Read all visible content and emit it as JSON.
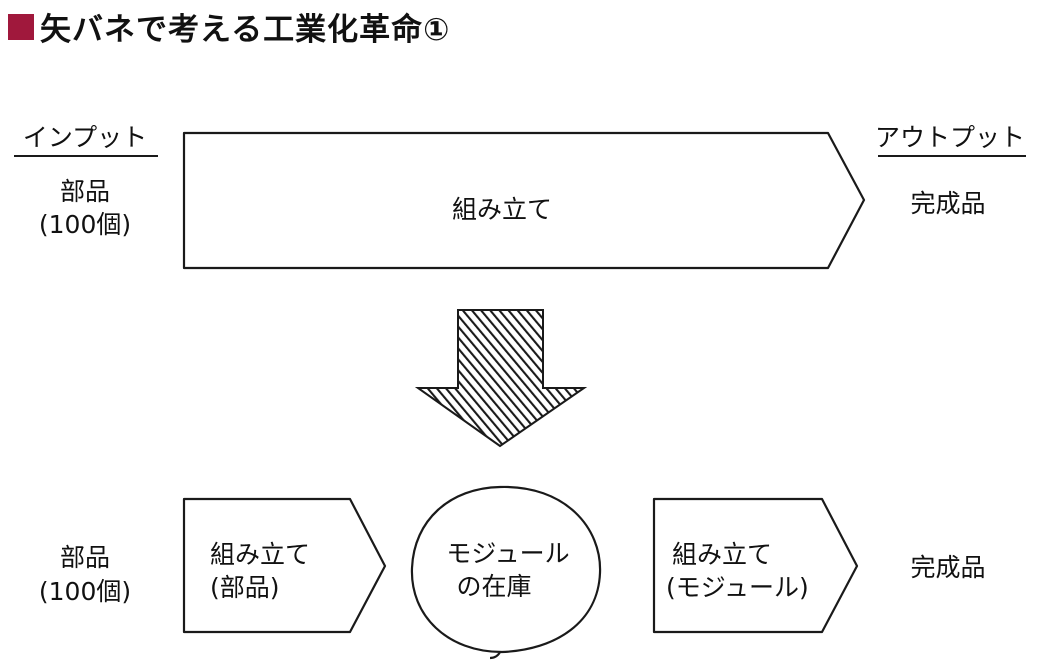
{
  "title": {
    "text": "矢バネで考える工業化革命①",
    "accent_color": "#a0183c"
  },
  "top_row": {
    "input_header": "インプット",
    "output_header": "アウトプット",
    "input_line1": "部品",
    "input_line2": "(100個)",
    "process_label": "組み立て",
    "output_label": "完成品"
  },
  "bottom_row": {
    "input_line1": "部品",
    "input_line2": "(100個)",
    "process1_line1": "組み立て",
    "process1_line2": "(部品)",
    "inventory_line1": "モジュール",
    "inventory_line2": "の在庫",
    "process2_line1": "組み立て",
    "process2_line2": "(モジュール)",
    "output_label": "完成品"
  },
  "down_arrow_icon": "down-arrow-icon"
}
